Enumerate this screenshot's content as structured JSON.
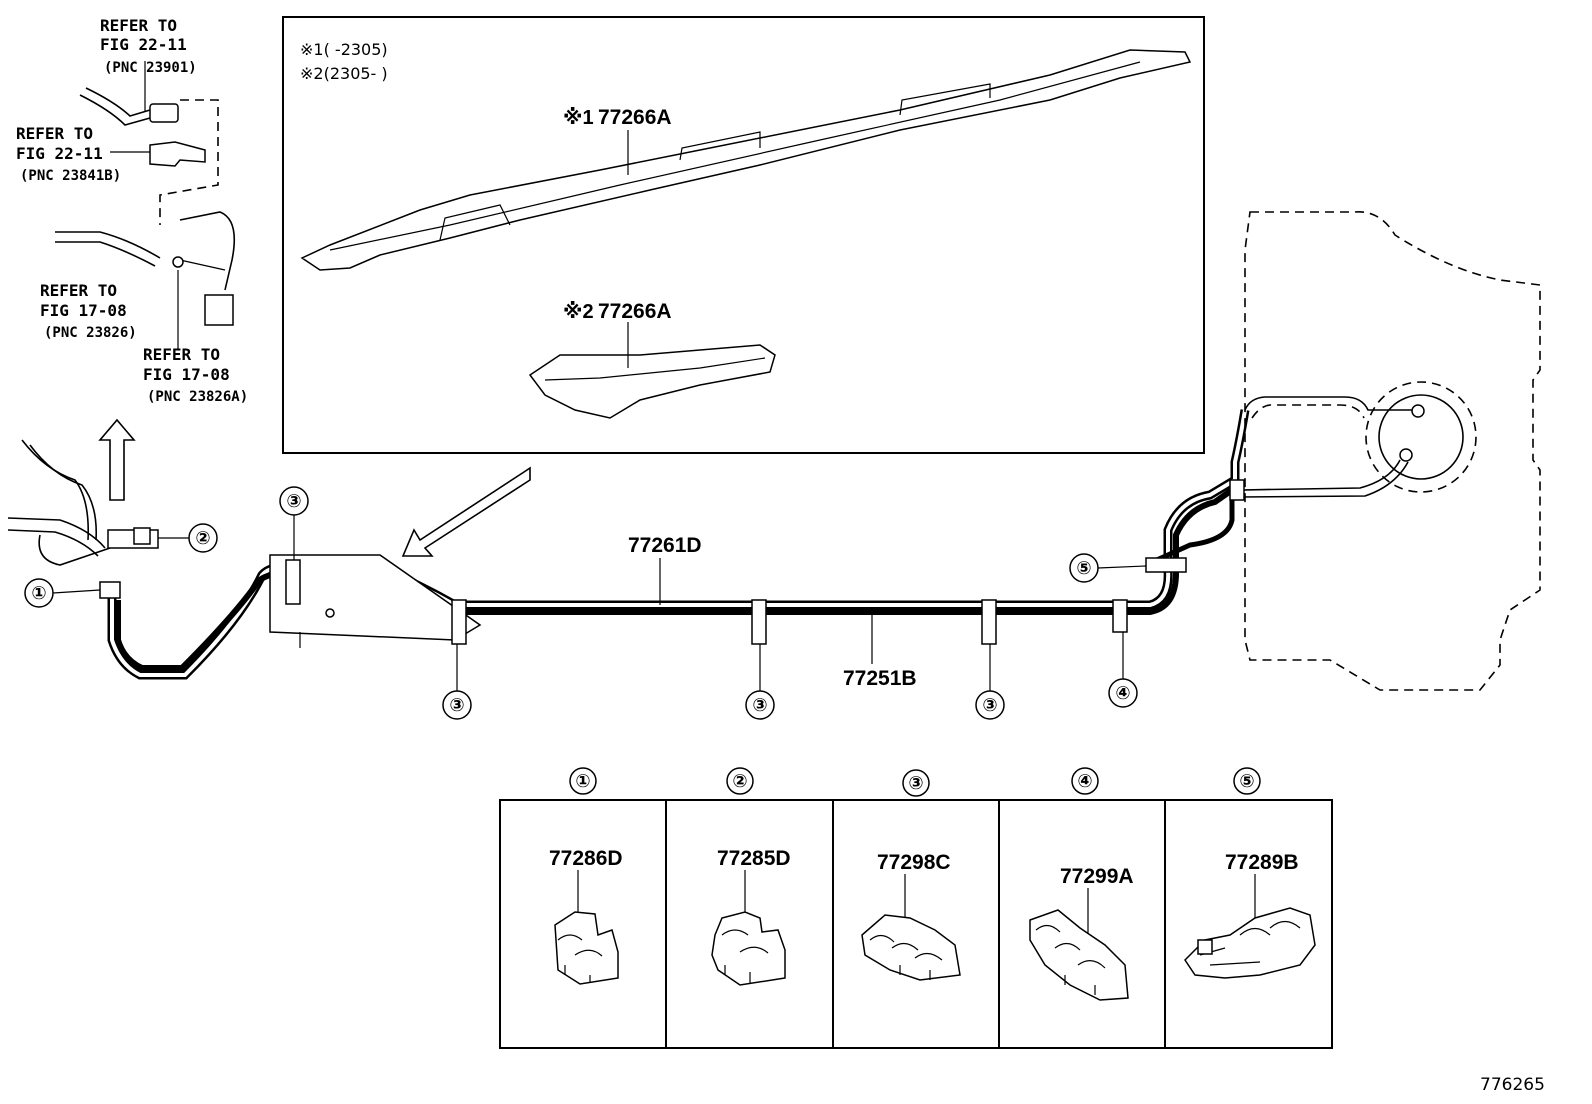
{
  "refs": [
    {
      "line1": "REFER TO",
      "line2": "FIG 22-11",
      "pnc": "(PNC 23901)"
    },
    {
      "line1": "REFER TO",
      "line2": "FIG 22-11",
      "pnc": "(PNC 23841B)"
    },
    {
      "line1": "REFER TO",
      "line2": "FIG 17-08",
      "pnc": "(PNC 23826)"
    },
    {
      "line1": "REFER TO",
      "line2": "FIG 17-08",
      "pnc": "(PNC 23826A)"
    }
  ],
  "inset": {
    "notes": [
      "※1(     -2305)",
      "※2(2305-      )"
    ],
    "part1_mark": "※1",
    "part1_number": "77266A",
    "part2_mark": "※2",
    "part2_number": "77266A"
  },
  "main_parts": {
    "tube_upper": "77261D",
    "tube_lower": "77251B"
  },
  "callouts": [
    "①",
    "②",
    "③",
    "④",
    "⑤"
  ],
  "legend": [
    {
      "marker": "①",
      "part": "77286D"
    },
    {
      "marker": "②",
      "part": "77285D"
    },
    {
      "marker": "③",
      "part": "77298C"
    },
    {
      "marker": "④",
      "part": "77299A"
    },
    {
      "marker": "⑤",
      "part": "77289B"
    }
  ],
  "figure_id": "776265"
}
